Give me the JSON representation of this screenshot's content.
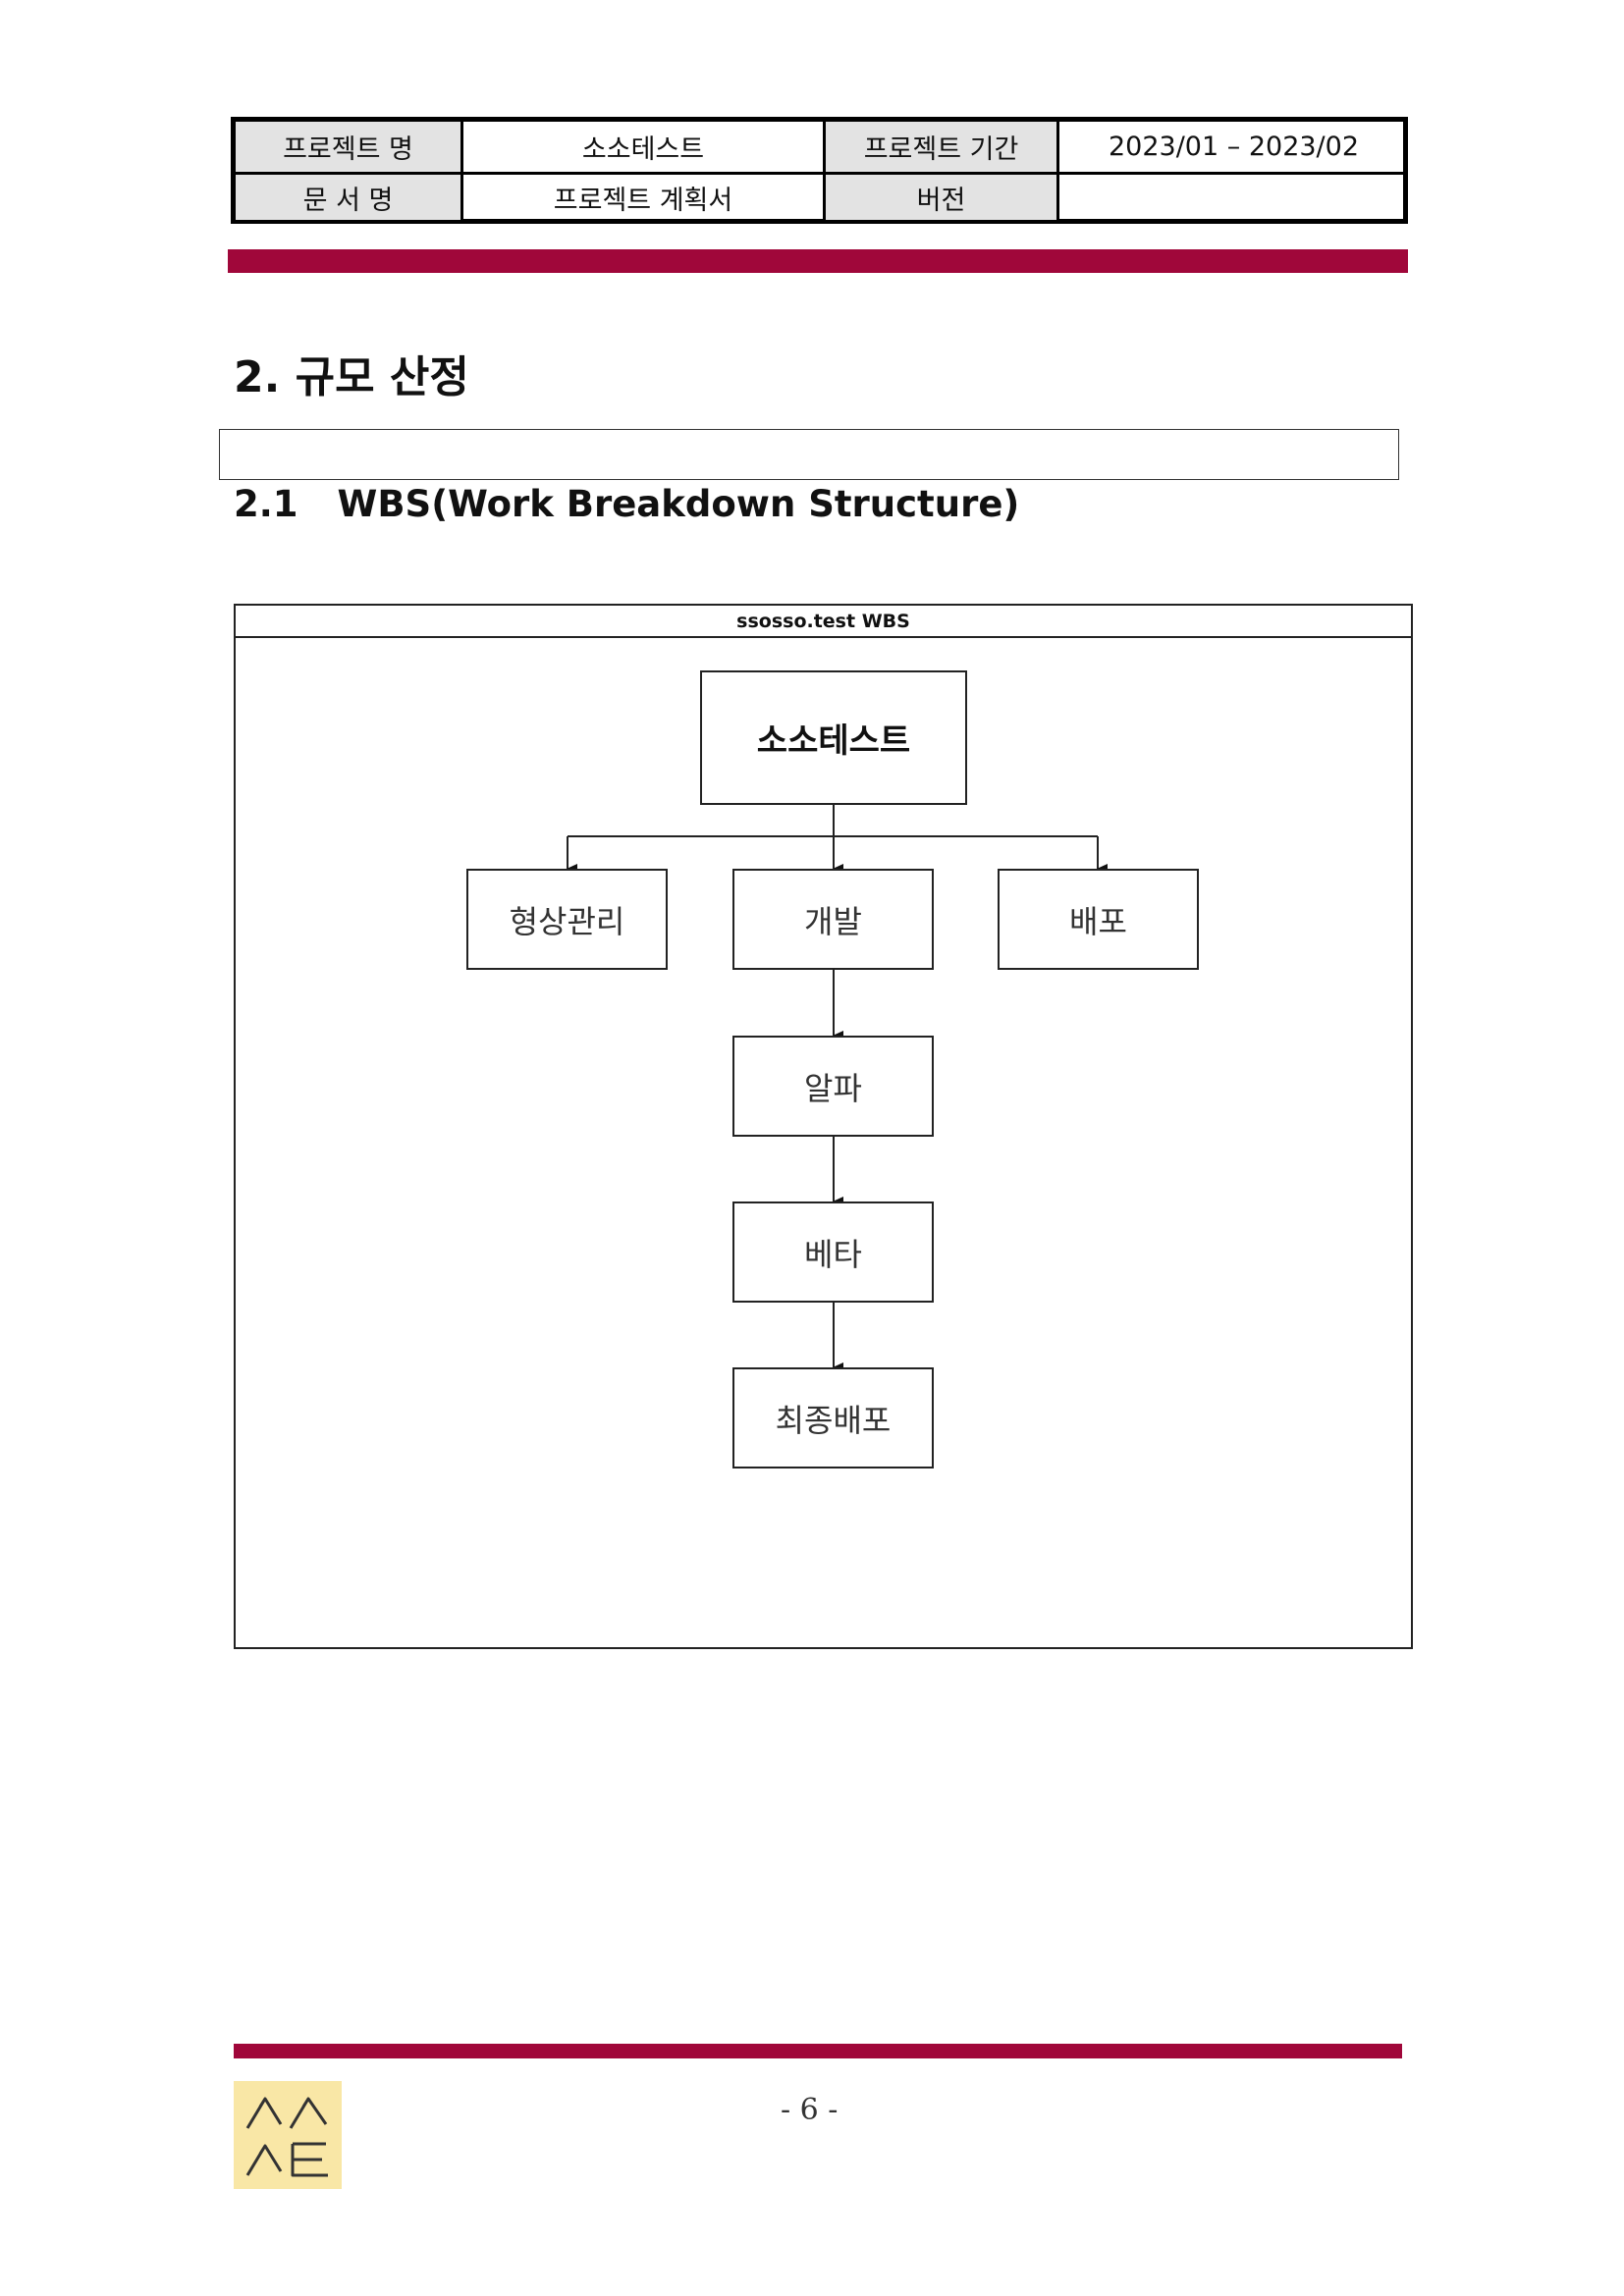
{
  "header": {
    "project_name_label": "프로젝트 명",
    "project_name_value": "소소테스트",
    "project_period_label": "프로젝트 기간",
    "project_period_value": "2023/01 – 2023/02",
    "document_name_label": "문 서 명",
    "document_name_value": "프로젝트 계획서",
    "version_label": "버전",
    "version_value": ""
  },
  "section": {
    "title": "2. 규모 산정",
    "subsection_number": "2.1",
    "subsection_title": "WBS(Work Breakdown Structure)"
  },
  "diagram": {
    "title": "ssosso.test WBS",
    "root": "소소테스트",
    "level1": [
      "형상관리",
      "개발",
      "배포"
    ],
    "dev_chain": [
      "알파",
      "베타",
      "최종배포"
    ]
  },
  "footer": {
    "page_number": "- 6 -",
    "logo_text": "ㅅㅅㅅㅌ"
  },
  "colors": {
    "accent_bar": "#a0073a",
    "header_label_bg": "#e3e3e3",
    "logo_bg": "#f9e7a6"
  }
}
